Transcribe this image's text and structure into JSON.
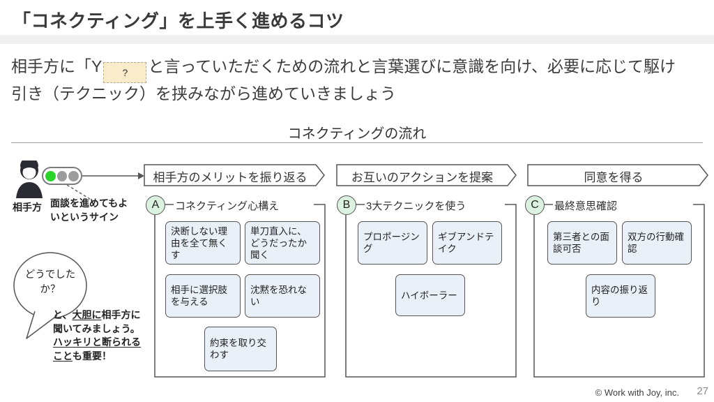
{
  "slide": {
    "title": "「コネクティング」を上手く進めるコツ",
    "page_number": "27",
    "copyright": "© Work with Joy, inc."
  },
  "lead": {
    "part1": "相手方に「Y",
    "hidden_label": "?",
    "part2": "と言っていただくための流れと言葉選びに意識を向け、必要に応じて駆け引き（テクニック）を挟みながら進めていきましょう"
  },
  "flow": {
    "heading": "コネクティングの流れ",
    "banners": [
      "相手方のメリットを振り返る",
      "お互いのアクションを提案",
      "同意を得る"
    ]
  },
  "left_panel": {
    "person_label": "相手方",
    "signal_caption": "面談を進めてもよいというサイン",
    "bubble_text": "どうでしたか？",
    "note": {
      "part1": "と、",
      "u1": "大胆に",
      "part2": "相手方に聞いてみましょう。",
      "u2": "ハッキリと断られること",
      "part3": "も重要！"
    }
  },
  "groups": [
    {
      "id": "A",
      "label": "コネクティング心構え",
      "boxes": [
        "決断しない理由を全て無くす",
        "単刀直入に、どうだったか聞く",
        "相手に選択肢を与える",
        "沈黙を恐れない",
        "約束を取り交わす"
      ]
    },
    {
      "id": "B",
      "label": "3大テクニックを使う",
      "boxes": [
        "プロポージング",
        "ギブアンドテイク",
        "ハイボーラー"
      ]
    },
    {
      "id": "C",
      "label": "最終意思確認",
      "boxes": [
        "第三者との面談可否",
        "双方の行動確認",
        "内容の振り返り"
      ]
    }
  ],
  "colors": {
    "box_fill": "#e9f0f8",
    "circle_fill": "#dcf2e0",
    "signal_green": "#2ad42a",
    "signal_off": "#9c9c9c",
    "highlight_box": "#faecca",
    "header_band": "#f0f0f0",
    "line": "#555555"
  }
}
